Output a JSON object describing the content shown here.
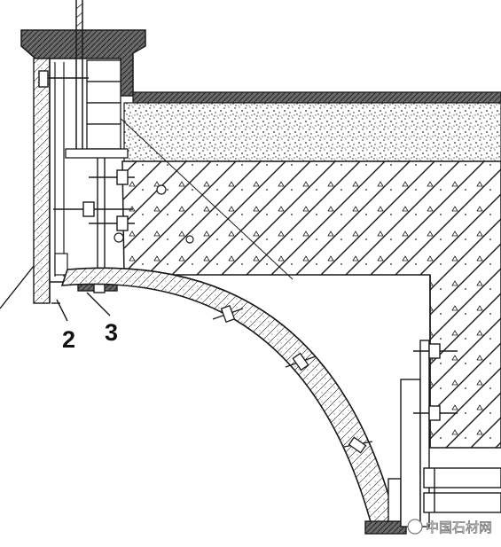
{
  "callouts": {
    "label_2": "2",
    "label_3": "3"
  },
  "watermark": {
    "text": "中国石材网"
  },
  "colors": {
    "line": "#1a1a1a",
    "cap_fill": "#5a5a5a",
    "paper": "#ffffff"
  }
}
